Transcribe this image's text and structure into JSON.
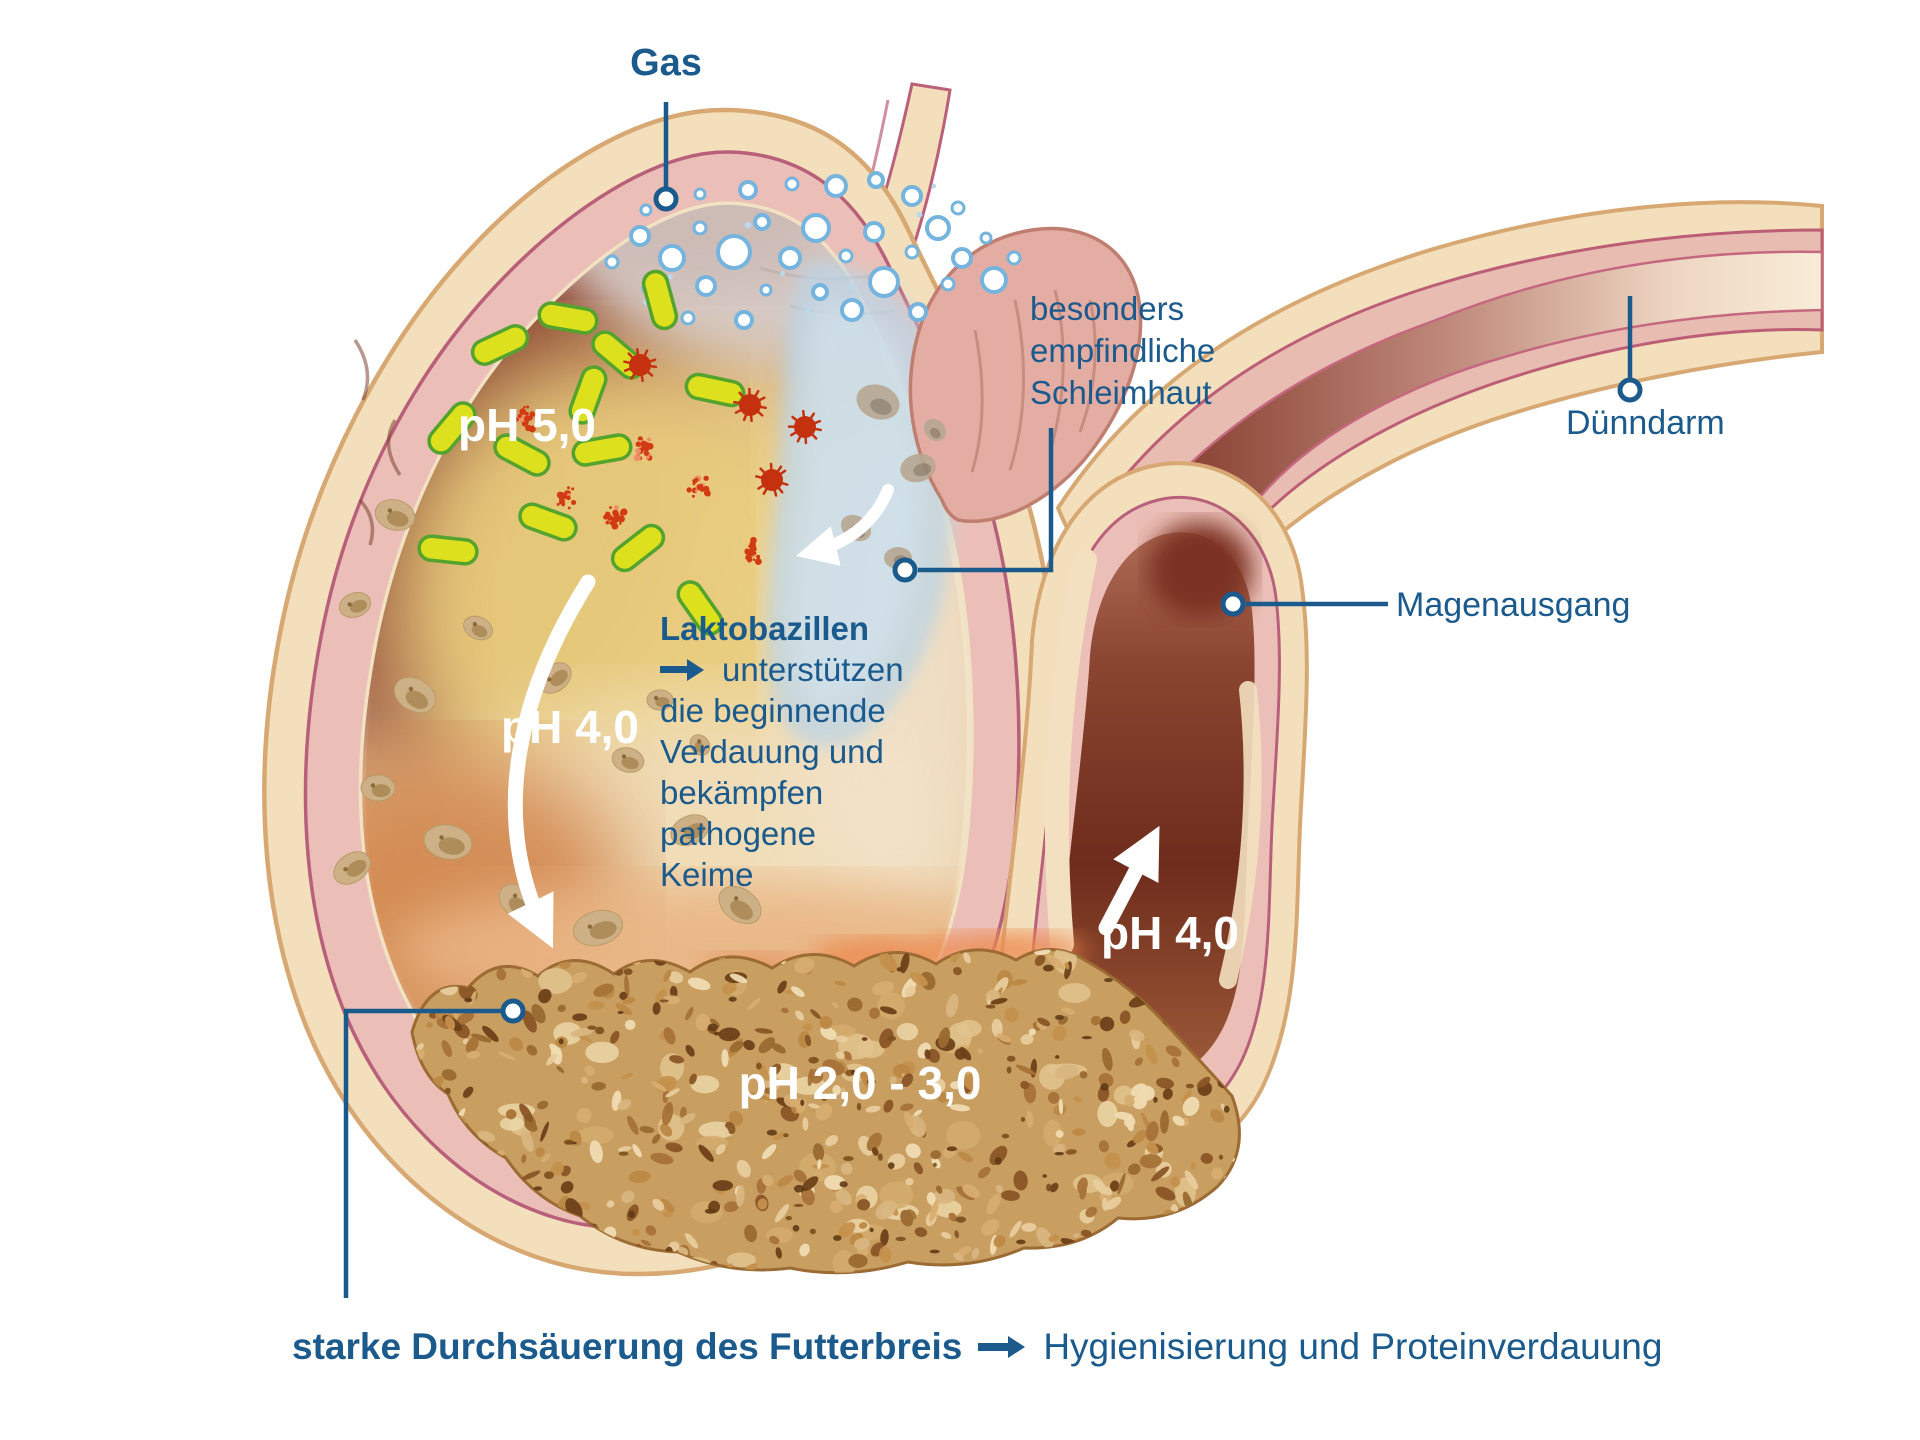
{
  "colors": {
    "label_blue": "#1b5a8c",
    "ph_text_white": "#ffffff",
    "bubble_ring_blue": "#74b4de",
    "bacteria_green": "#dde01c",
    "bacteria_outline": "#53a32e",
    "pathogen_red": "#c5300f",
    "serosa_cream": "#f3dfbc",
    "serosa_outline": "#d8a873",
    "wall_pink": "#e9bcb2",
    "wall_crimson": "#b8607a",
    "feed_tan": "#c99e61",
    "mucus_blue": "#bcd4e5"
  },
  "icons": {
    "arrow_right": "→",
    "leader_dot": "○"
  },
  "callouts": {
    "gas": {
      "label": "Gas"
    },
    "schleimhaut": {
      "lines": [
        "besonders",
        "empfindliche",
        "Schleimhaut"
      ]
    },
    "laktobazillen": {
      "title": "Laktobazillen",
      "arrow_line": "unterstützen",
      "lines": [
        "die beginnende",
        "Verdauung und",
        "bekämpfen",
        "pathogene",
        "Keime"
      ]
    },
    "duenndarm": {
      "label": "Dünndarm"
    },
    "magenausgang": {
      "label": "Magenausgang"
    }
  },
  "ph_labels": {
    "fundus": "pH 5,0",
    "body": "pH 4,0",
    "pylorus": "pH 4,0",
    "feed": "pH 2,0 - 3,0"
  },
  "bottom_caption": {
    "bold": "starke Durchsäuerung des Futterbreis",
    "regular": "Hygienisierung und Proteinverdauung"
  }
}
